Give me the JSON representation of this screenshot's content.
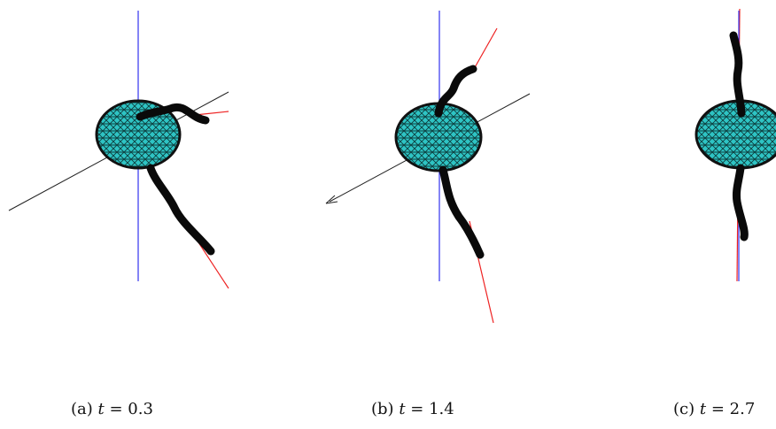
{
  "figure": {
    "subfigures": [
      {
        "label": "(a)",
        "var": "t",
        "op": " = ",
        "value": "0.3"
      },
      {
        "label": "(b)",
        "var": "t",
        "op": " = ",
        "value": "1.4"
      },
      {
        "label": "(c)",
        "var": "t",
        "op": " = ",
        "value": "2.7"
      }
    ],
    "colors": {
      "vertical_axis": "#3333ee",
      "direction_line": "#ee2222",
      "black_axis": "#222222",
      "body_mesh": "#2ec4c4",
      "body_edge": "#111111",
      "flagella": "#0a0a0a"
    }
  }
}
